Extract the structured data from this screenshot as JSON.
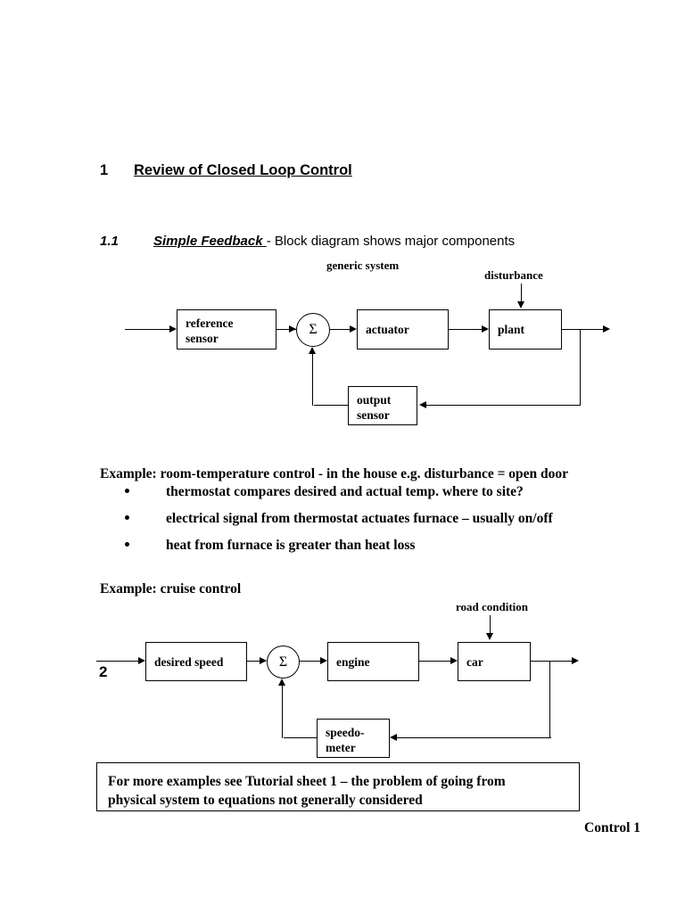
{
  "document": {
    "heading": {
      "number": "1",
      "text": "Review of Closed Loop Control"
    },
    "subheading": {
      "number": "1.1",
      "strong": "Simple Feedback ",
      "rest": "- Block diagram shows major components"
    },
    "footer": "Control 1",
    "page_marker": "2"
  },
  "diagram1": {
    "title": "generic system",
    "disturbance_label": "disturbance",
    "blocks": {
      "reference_sensor": "reference\nsensor",
      "summing_junction": "Σ",
      "actuator": "actuator",
      "plant": "plant",
      "output_sensor": "output\nsensor"
    }
  },
  "example_room": {
    "lead": "Example: room-temperature control  - in the house e.g. disturbance = open door",
    "bullets": [
      "thermostat compares desired and actual temp.   where to site?",
      "electrical signal from thermostat actuates furnace – usually on/off",
      "heat from furnace is greater than heat loss"
    ]
  },
  "example_cruise": {
    "lead": "Example: cruise control"
  },
  "diagram2": {
    "disturbance_label": "road condition",
    "blocks": {
      "desired_speed": "desired speed",
      "summing_junction": "Σ",
      "engine": "engine",
      "car": "car",
      "speedometer": "speedo-\nmeter"
    }
  },
  "note": {
    "line1": "For more examples see Tutorial sheet 1 – the problem of going from",
    "line2": "physical system to equations not generally considered"
  },
  "colors": {
    "ink": "#000000",
    "paper": "#ffffff"
  }
}
